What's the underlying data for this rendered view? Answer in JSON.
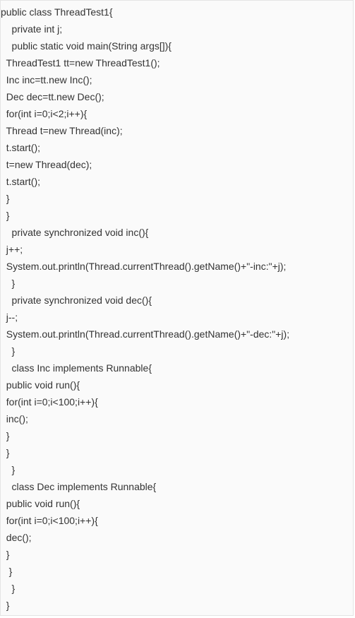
{
  "code": {
    "lines": [
      "public class ThreadTest1{",
      "    private int j;",
      "    public static void main(String args[]){",
      "  ThreadTest1 tt=new ThreadTest1();",
      "  Inc inc=tt.new Inc();",
      "  Dec dec=tt.new Dec();",
      "  for(int i=0;i<2;i++){",
      "  Thread t=new Thread(inc);",
      "  t.start();",
      "  t=new Thread(dec);",
      "  t.start();",
      "  }",
      "  }",
      "    private synchronized void inc(){",
      "  j++;",
      "  System.out.println(Thread.currentThread().getName()+\"-inc:\"+j);",
      "    }",
      "    private synchronized void dec(){",
      "  j--;",
      "  System.out.println(Thread.currentThread().getName()+\"-dec:\"+j);",
      "    }",
      "    class Inc implements Runnable{",
      "  public void run(){",
      "  for(int i=0;i<100;i++){",
      "  inc();",
      "  }",
      "  }",
      "    }",
      "    class Dec implements Runnable{",
      "  public void run(){",
      "  for(int i=0;i<100;i++){",
      "  dec();",
      "  }",
      "   }",
      "    }",
      "  }"
    ]
  }
}
